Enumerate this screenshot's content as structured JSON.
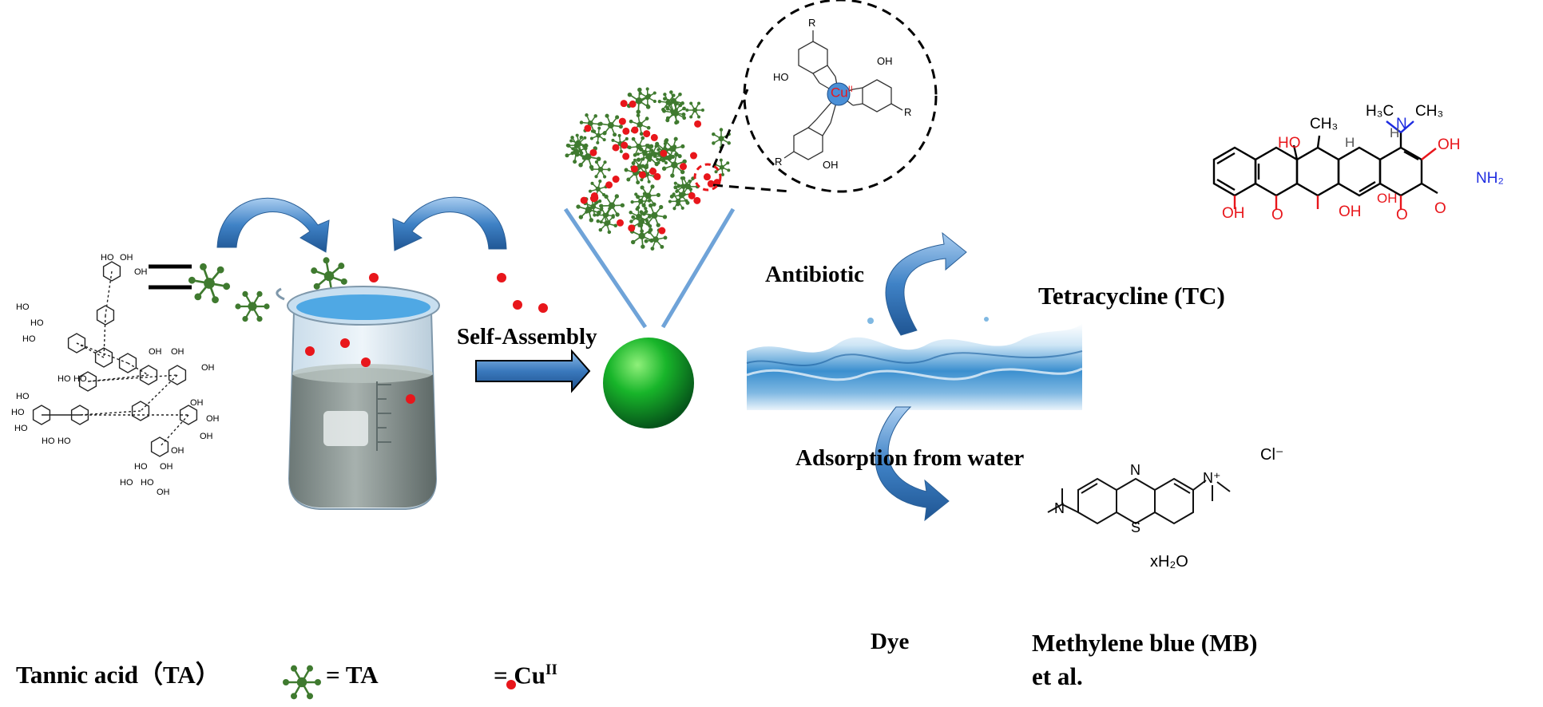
{
  "labels": {
    "tannic_acid": "Tannic acid（TA）",
    "legend_ta": "= TA",
    "legend_cu_prefix": "= Cu",
    "legend_cu_sup": "II",
    "self_assembly": "Self-Assembly",
    "antibiotic": "Antibiotic",
    "tetracycline": "Tetracycline (TC)",
    "adsorption": "Adsorption from water",
    "dye": "Dye",
    "methylene_blue": "Methylene blue (MB)",
    "et_al": "et al."
  },
  "chem": {
    "oh": "OH",
    "ho": "HO",
    "o": "O",
    "r": "R",
    "cu_center": "Cu",
    "cu_sup": "II",
    "ch3": "CH₃",
    "h3c": "H₃C",
    "h": "H",
    "n": "N",
    "s": "S",
    "nh2": "NH₂",
    "n_plus": "N⁺",
    "cl_minus": "Cl⁻",
    "xh2o": "xH₂O"
  },
  "colors": {
    "ta_green": "#3f7a2f",
    "cu_red": "#e8161b",
    "arrow_blue": "#3b78b8",
    "funnel_blue": "#6fa3d8",
    "sphere_green": "#15a824",
    "chem_red": "#e8161b",
    "chem_blue": "#1d2be0",
    "water_blue": "#2f7fc0"
  }
}
